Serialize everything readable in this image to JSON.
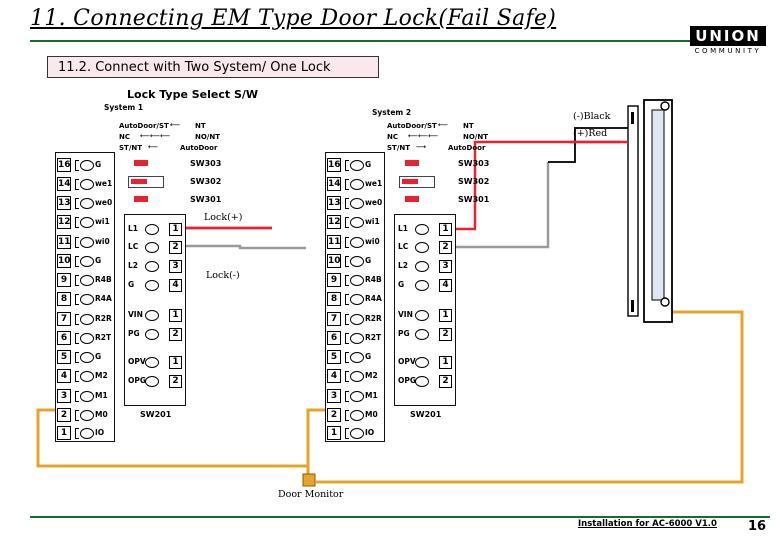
{
  "header": {
    "title": "11. Connecting EM Type Door Lock(Fail Safe)",
    "subtitle": "11.2. Connect with Two System/ One Lock",
    "logo": "UNION",
    "logo_sub": "COMMUNITY"
  },
  "diagram": {
    "lock_type_title": "Lock Type Select S/W",
    "system1": "System 1",
    "system2": "System 2",
    "legend": {
      "s1": [
        "AutoDoor/ST",
        "NC",
        "ST/NT",
        "NT",
        "NO/NT",
        "AutoDoor"
      ],
      "s2": [
        "AutoDoor/ST",
        "NC",
        "ST/NT",
        "NT",
        "NO/NT",
        "AutoDoor"
      ]
    },
    "switches": [
      "SW303",
      "SW302",
      "SW301"
    ],
    "terminal_numbers": [
      "16",
      "14",
      "13",
      "12",
      "11",
      "10",
      "9",
      "8",
      "7",
      "6",
      "5",
      "4",
      "3",
      "2",
      "1"
    ],
    "terminal_labels": [
      "G",
      "we1",
      "we0",
      "wi1",
      "wi0",
      "G",
      "R4B",
      "R4A",
      "R2R",
      "R2T",
      "G",
      "M2",
      "M1",
      "M0",
      "IO"
    ],
    "jumpers": [
      {
        "label": "L1",
        "num": "1"
      },
      {
        "label": "LC",
        "num": "2"
      },
      {
        "label": "L2",
        "num": "3"
      },
      {
        "label": "G",
        "num": "4"
      },
      {
        "label": "VIN",
        "num": "1"
      },
      {
        "label": "PG",
        "num": "2"
      },
      {
        "label": "OPV",
        "num": "1"
      },
      {
        "label": "OPG",
        "num": "2"
      }
    ],
    "sw_bottom": "SW201",
    "lock_plus": "Lock(+)",
    "lock_minus": "Lock(-)",
    "black_label": "(-)Black",
    "red_label": "(+)Red",
    "door_monitor": "Door Monitor"
  },
  "footer": {
    "caption": "Installation for AC-6000 V1.0",
    "page": "16"
  },
  "colors": {
    "red_wire": "#e8232f",
    "orange_wire": "#e8a42a",
    "gray_wire": "#9a9a9a",
    "green_rule": "#1a6b2e"
  }
}
